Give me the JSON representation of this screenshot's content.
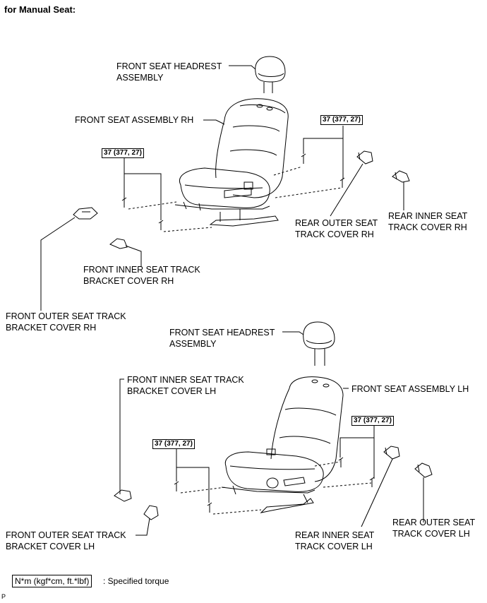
{
  "header": "for Manual Seat:",
  "torque_value": "37 (377, 27)",
  "rh": {
    "headrest": "FRONT SEAT HEADREST\nASSEMBLY",
    "seat": "FRONT SEAT ASSEMBLY RH",
    "rear_outer": "REAR OUTER SEAT\nTRACK COVER RH",
    "rear_inner": "REAR INNER SEAT\nTRACK COVER RH",
    "front_inner": "FRONT INNER SEAT TRACK\nBRACKET COVER RH",
    "front_outer": "FRONT OUTER SEAT TRACK\nBRACKET COVER RH"
  },
  "lh": {
    "headrest": "FRONT SEAT HEADREST\nASSEMBLY",
    "seat": "FRONT SEAT ASSEMBLY LH",
    "front_inner": "FRONT INNER SEAT TRACK\nBRACKET COVER LH",
    "front_outer": "FRONT OUTER SEAT TRACK\nBRACKET COVER LH",
    "rear_inner": "REAR INNER SEAT\nTRACK COVER LH",
    "rear_outer": "REAR OUTER SEAT\nTRACK COVER LH"
  },
  "legend": {
    "unit_box": "N*m (kgf*cm, ft.*lbf)",
    "description": ": Specified torque"
  },
  "corner_mark": "P"
}
